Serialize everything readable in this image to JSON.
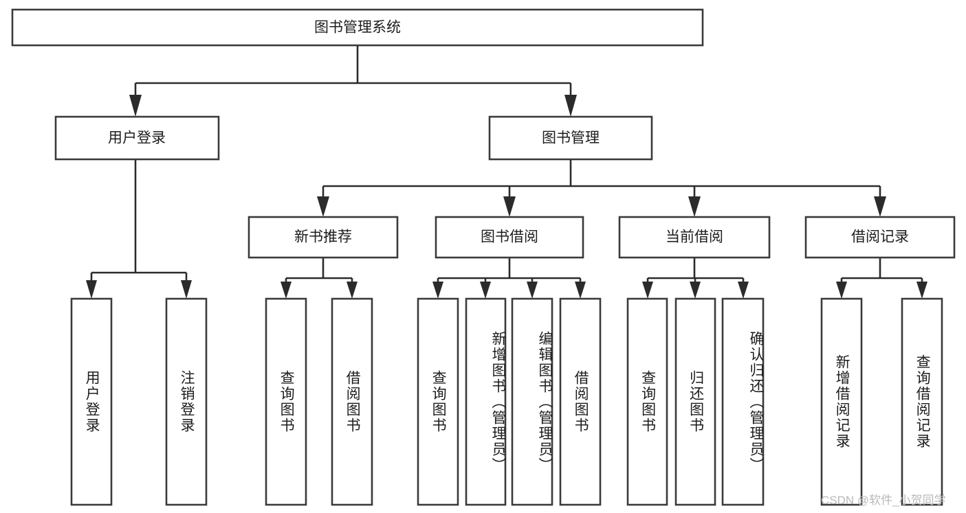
{
  "diagram": {
    "type": "tree",
    "title": "图书管理系统",
    "orientation": "top-down",
    "watermark": "CSDN @软件_小贺同学",
    "colors": {
      "box_stroke": "#3a3a3a",
      "connector": "#2b2b2b",
      "box_fill": "#ffffff",
      "text": "#1c1c1c",
      "watermark": "#b9b9b9"
    },
    "nodes": {
      "root": {
        "label": "图书管理系统",
        "level": 1
      },
      "level2": [
        {
          "id": "user-login",
          "label": "用户登录"
        },
        {
          "id": "book-manage",
          "label": "图书管理"
        }
      ],
      "level3": [
        {
          "id": "new-book-recommend",
          "label": "新书推荐",
          "parent": "book-manage"
        },
        {
          "id": "book-borrow",
          "label": "图书借阅",
          "parent": "book-manage"
        },
        {
          "id": "current-borrow",
          "label": "当前借阅",
          "parent": "book-manage"
        },
        {
          "id": "borrow-record",
          "label": "借阅记录",
          "parent": "book-manage"
        }
      ],
      "leaves": [
        {
          "id": "leaf-user-login",
          "label": "用户登录",
          "parent": "user-login"
        },
        {
          "id": "leaf-user-logout",
          "label": "注销登录",
          "parent": "user-login"
        },
        {
          "id": "leaf-query-book-1",
          "label": "查询图书",
          "parent": "new-book-recommend"
        },
        {
          "id": "leaf-borrow-book-1",
          "label": "借阅图书",
          "parent": "new-book-recommend"
        },
        {
          "id": "leaf-query-book-2",
          "label": "查询图书",
          "parent": "book-borrow"
        },
        {
          "id": "leaf-add-book",
          "label": "新增图书（管理员）",
          "parent": "book-borrow"
        },
        {
          "id": "leaf-edit-book",
          "label": "编辑图书（管理员）",
          "parent": "book-borrow"
        },
        {
          "id": "leaf-borrow-book-2",
          "label": "借阅图书",
          "parent": "book-borrow"
        },
        {
          "id": "leaf-query-book-3",
          "label": "查询图书",
          "parent": "current-borrow"
        },
        {
          "id": "leaf-return-book",
          "label": "归还图书",
          "parent": "current-borrow"
        },
        {
          "id": "leaf-confirm-return",
          "label": "确认归还（管理员）",
          "parent": "current-borrow"
        },
        {
          "id": "leaf-add-record",
          "label": "新增借阅记录",
          "parent": "borrow-record"
        },
        {
          "id": "leaf-query-record",
          "label": "查询借阅记录",
          "parent": "borrow-record"
        }
      ]
    }
  }
}
